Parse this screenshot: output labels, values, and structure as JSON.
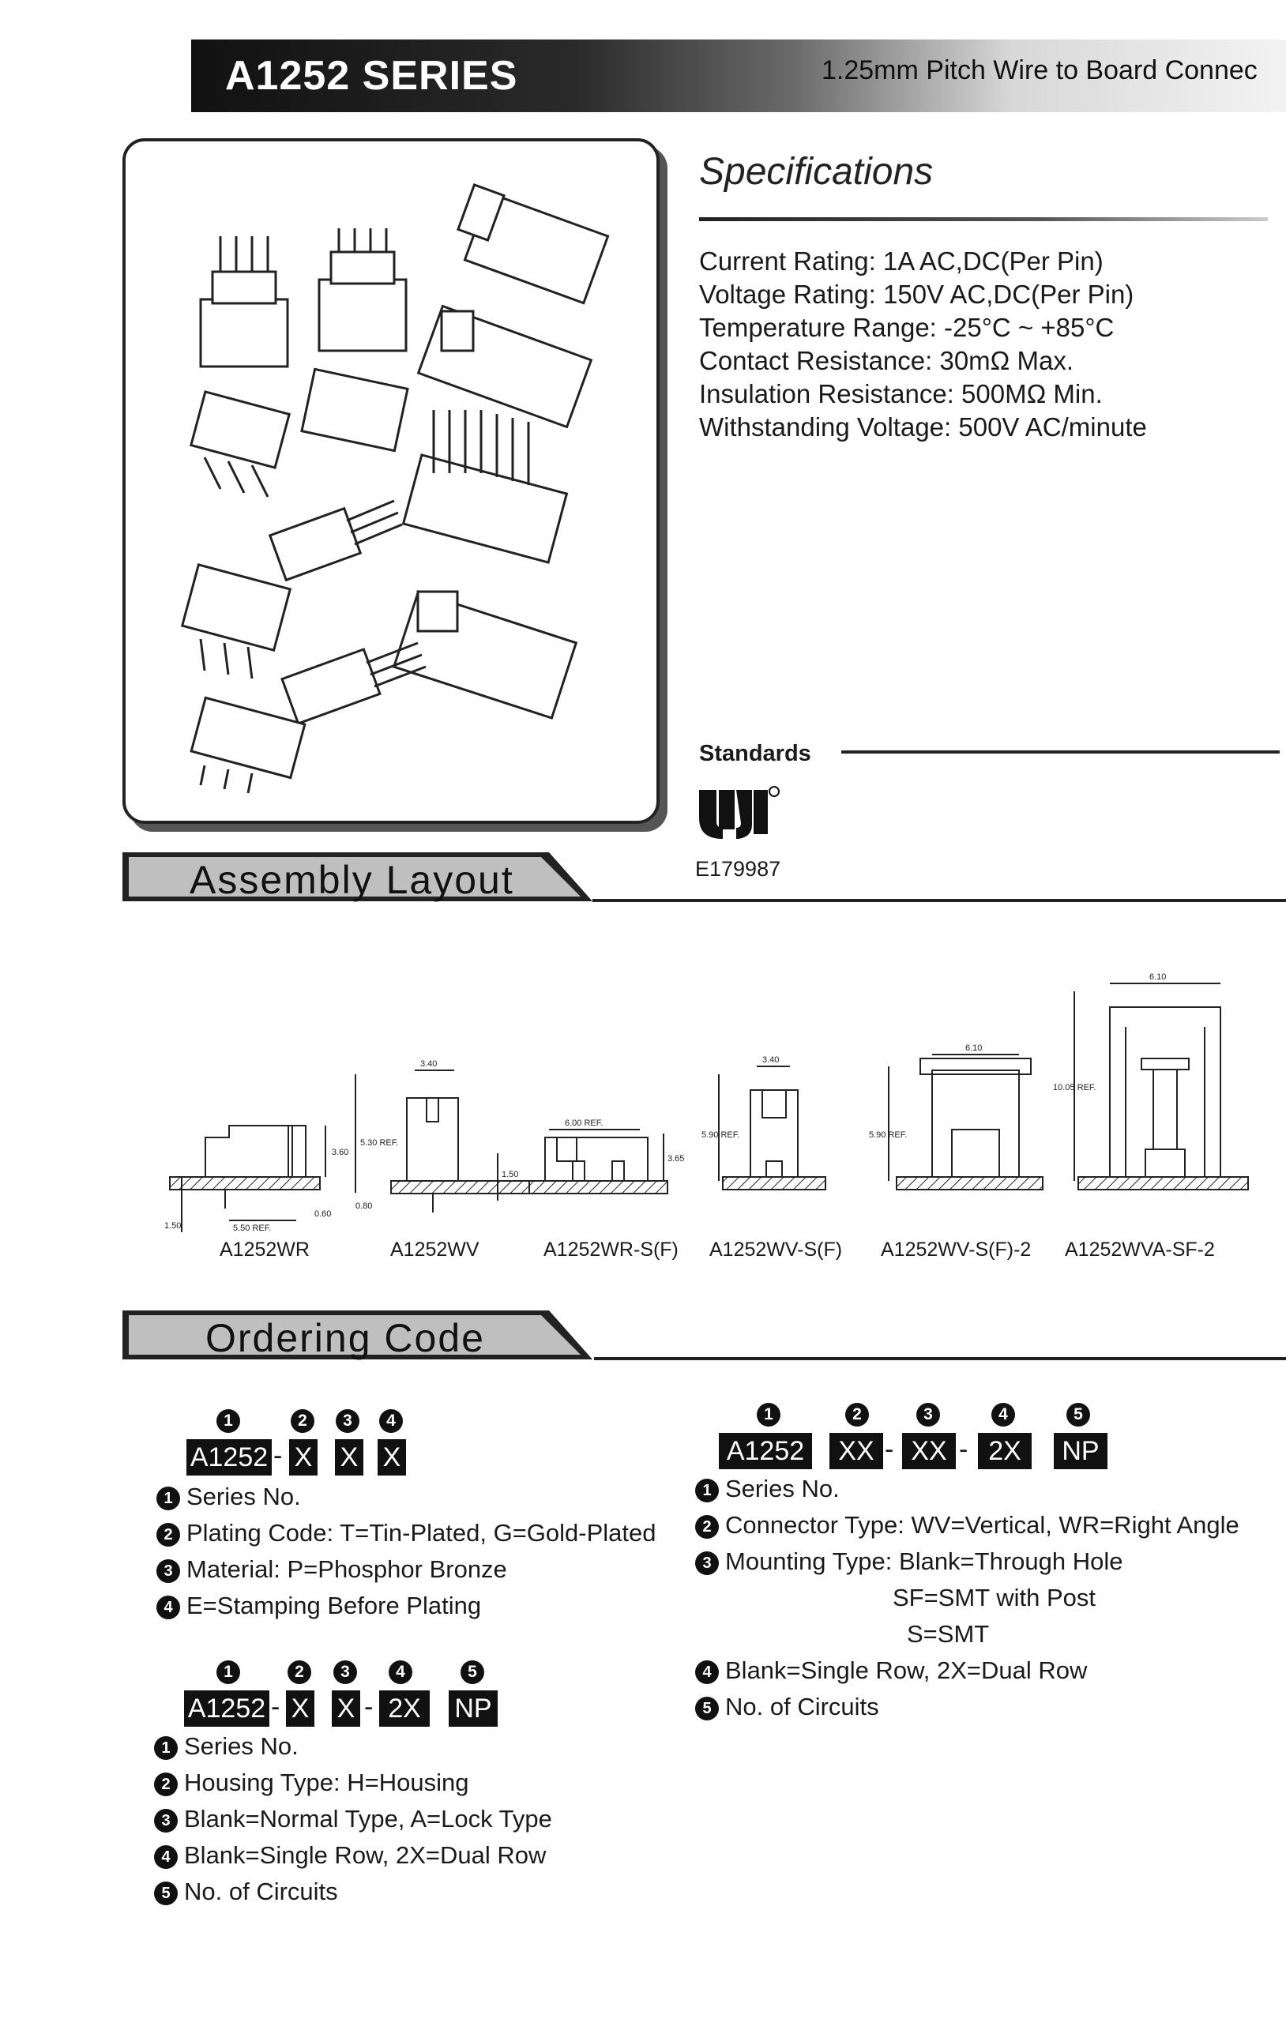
{
  "header": {
    "title": "A1252 SERIES",
    "subtitle": "1.25mm Pitch Wire to Board Connec"
  },
  "specifications": {
    "title": "Specifications",
    "items": [
      "Current Rating: 1A AC,DC(Per Pin)",
      "Voltage Rating: 150V AC,DC(Per Pin)",
      "Temperature Range: -25°C ~ +85°C",
      "Contact Resistance: 30mΩ Max.",
      "Insulation Resistance: 500MΩ Min.",
      "Withstanding Voltage: 500V AC/minute"
    ]
  },
  "standards": {
    "title": "Standards",
    "mark": "UR recognized component mark",
    "file_no": "E179987"
  },
  "assembly": {
    "title": "Assembly Layout",
    "models": [
      "A1252WR",
      "A1252WV",
      "A1252WR-S(F)",
      "A1252WV-S(F)",
      "A1252WV-S(F)-2",
      "A1252WVA-SF-2"
    ],
    "dims": {
      "wr": [
        "5.50 REF.",
        "3.60",
        "1.50",
        "0.60"
      ],
      "wv": [
        "3.40",
        "5.30 REF.",
        "1.50",
        "0.80"
      ],
      "wrsf": [
        "6.00 REF.",
        "3.65"
      ],
      "wvsf": [
        "3.40",
        "5.90 REF."
      ],
      "wvsf2": [
        "6.10",
        "5.90 REF."
      ],
      "wvasf2": [
        "6.10",
        "10.05 REF."
      ]
    }
  },
  "ordering": {
    "title": "Ordering Code",
    "code1": {
      "nums": [
        "1",
        "2",
        "3",
        "4"
      ],
      "boxes": [
        "A1252",
        "X",
        "X",
        "X"
      ],
      "dash": "-",
      "items": [
        {
          "n": "1",
          "text": "Series No."
        },
        {
          "n": "2",
          "text": "Plating Code: T=Tin-Plated, G=Gold-Plated"
        },
        {
          "n": "3",
          "text": "Material: P=Phosphor Bronze"
        },
        {
          "n": "4",
          "text": "E=Stamping Before Plating"
        }
      ]
    },
    "code2": {
      "nums": [
        "1",
        "2",
        "3",
        "4",
        "5"
      ],
      "boxes": [
        "A1252",
        "X",
        "X",
        "2X",
        "NP"
      ],
      "dash": "-",
      "items": [
        {
          "n": "1",
          "text": "Series No."
        },
        {
          "n": "2",
          "text": "Housing Type: H=Housing"
        },
        {
          "n": "3",
          "text": "Blank=Normal Type, A=Lock Type"
        },
        {
          "n": "4",
          "text": "Blank=Single Row, 2X=Dual Row"
        },
        {
          "n": "5",
          "text": "No. of Circuits"
        }
      ]
    },
    "code3": {
      "nums": [
        "1",
        "2",
        "3",
        "4",
        "5"
      ],
      "boxes": [
        "A1252",
        "XX",
        "XX",
        "2X",
        "NP"
      ],
      "dash": "-",
      "items": [
        {
          "n": "1",
          "text": "Series No."
        },
        {
          "n": "2",
          "text": "Connector Type: WV=Vertical, WR=Right Angle"
        },
        {
          "n": "3",
          "text": "Mounting Type: Blank=Through Hole"
        },
        {
          "n": "",
          "text": "SF=SMT with Post"
        },
        {
          "n": "",
          "text": "S=SMT"
        },
        {
          "n": "4",
          "text": "Blank=Single Row, 2X=Dual Row"
        },
        {
          "n": "5",
          "text": "No. of Circuits"
        }
      ]
    }
  }
}
